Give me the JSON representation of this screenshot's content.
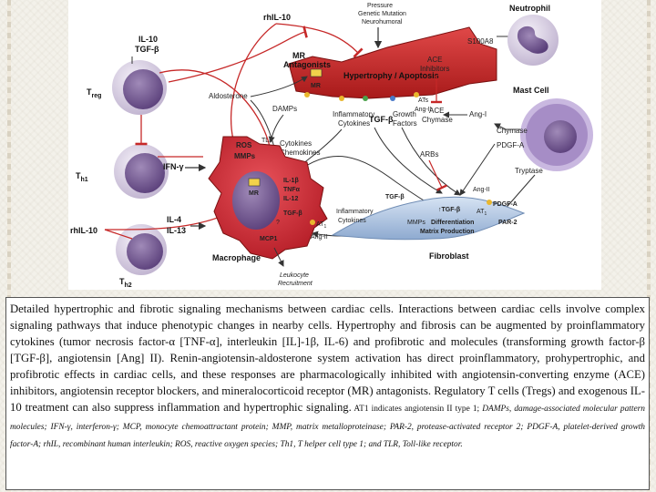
{
  "diagram": {
    "top_labels": {
      "pressure": "Pressure",
      "genetic": "Genetic Mutation",
      "neurohumoral": "Neurohumoral",
      "rhil10_top": "rhIL-10"
    },
    "treg": {
      "cytokines_1": "IL-10",
      "cytokines_2": "TGF-β",
      "name": "T",
      "sub": "reg"
    },
    "th1": {
      "name": "T",
      "sub": "h1"
    },
    "th2": {
      "name": "T",
      "sub": "h2"
    },
    "rhil10_left": "rhIL-10",
    "cardiomyocyte": {
      "title": "Hypertrophy / Apoptosis",
      "mr": "MR",
      "ats": "ATs",
      "ang2": "Ang-II"
    },
    "mr_antagonists": {
      "line1": "MR",
      "line2": "Antagonists"
    },
    "aldosterone": "Aldosterone",
    "damps": "DAMPs",
    "tlr": "TLR",
    "inflammatory_cytokines_top": {
      "line1": "Inflammatory",
      "line2": "Cytokines"
    },
    "tgfb_top": "TGF-β",
    "growth_factors": {
      "line1": "Growth",
      "line2": "Factors"
    },
    "cytokines_chemokines": {
      "line1": "Cytokines",
      "line2": "Chemokines"
    },
    "ifn": "IFN-γ",
    "il4_il13": {
      "line1": "IL-4",
      "line2": "IL-13"
    },
    "macrophage": {
      "name": "Macrophage",
      "ros": "ROS",
      "mmps": "MMPs",
      "mr": "MR",
      "il1b": "IL-1β",
      "tnfa": "TNFα",
      "il12": "IL-12",
      "tgfb": "TGF-β",
      "at1": "AT",
      "at1_sub": "1",
      "ang2": "Ang-II",
      "mcp1": "MCP1",
      "q": "?"
    },
    "leukocyte": {
      "line1": "Leukocyte",
      "line2": "Recruitment"
    },
    "neutrophil": "Neutrophil",
    "s100a8": "S100A8",
    "ace_inhibitors": {
      "line1": "ACE",
      "line2": "Inhibitors"
    },
    "ace": "ACE",
    "ang1": "Ang-I",
    "chymase_mid": "Chymase",
    "mast_cell": "Mast Cell",
    "chymase": "Chymase",
    "pdgfa_mast": "PDGF-A",
    "tryptase": "Tryptase",
    "arbs": "ARBs",
    "fibroblast": {
      "name": "Fibroblast",
      "tgfb": "TGF-β",
      "tgfb_up": "↑TGF-β",
      "mmps": "MMPs",
      "diff": "Differentiation",
      "matrix": "Matrix Production",
      "ang2": "Ang-II",
      "pdgfa": "PDGF-A",
      "par2": "PAR-2",
      "at1": "AT",
      "at1_sub": "1"
    },
    "inflammatory_cytokines_mid": {
      "line1": "Inflammatory",
      "line2": "Cytokines"
    }
  },
  "caption": {
    "main": "Detailed hypertrophic and fibrotic signaling mechanisms between cardiac cells. Interactions between cardiac cells involve complex signaling pathways that induce phenotypic changes in nearby cells. Hypertrophy and fibrosis can be augmented by proinflammatory cytokines (tumor necrosis factor-α [TNF-α], interleukin [IL]-1β, IL-6) and profibrotic and molecules (transforming growth factor-β [TGF-β], angiotensin [Ang] II). Renin-angiotensin-aldosterone system activation has direct proinflammatory, prohypertrophic, and profibrotic effects in cardiac cells, and these responses are pharmacologically inhibited with angiotensin-converting enzyme (ACE) inhibitors, angiotensin receptor blockers, and mineralocorticoid receptor (MR) antagonists. Regulatory T cells (Tregs) and exogenous IL-10 treatment can also suppress inflammation and hypertrophic signaling.",
    "abbrev_lead": " AT1 indicates angiotensin II type 1; ",
    "abbrev_list": "DAMPs, damage-associated molecular pattern molecules; IFN-γ, interferon-γ; MCP, monocyte chemoattractant protein; MMP, matrix metalloproteinase; PAR-2, protease-activated receptor 2; PDGF-A, platelet-derived growth factor-A; rhIL, recombinant human interleukin; ROS, reactive oxygen species; Th1, T helper cell type 1; and TLR, Toll-like receptor."
  }
}
